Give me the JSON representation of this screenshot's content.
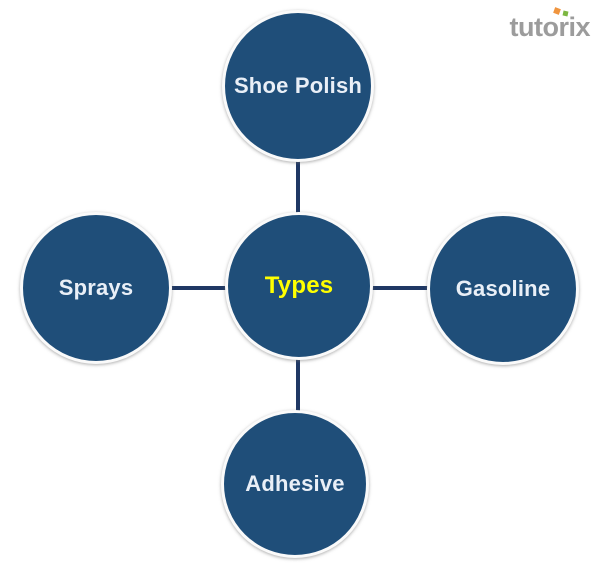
{
  "page": {
    "background_color": "#ffffff"
  },
  "logo": {
    "text": "tutorix",
    "color": "#9c9c9c",
    "dot_orange_color": "#f0953f",
    "dot_green_color": "#7db742"
  },
  "diagram": {
    "style": {
      "node_fill": "#1f4e79",
      "connector_color": "#1f3864",
      "label_color": "#e9eff7",
      "center_label_color": "#ffff00"
    },
    "center_node": {
      "label": "Types"
    },
    "nodes": [
      {
        "position": "top",
        "label": "Shoe Polish"
      },
      {
        "position": "left",
        "label": "Sprays"
      },
      {
        "position": "right",
        "label": "Gasoline"
      },
      {
        "position": "bottom",
        "label": "Adhesive"
      }
    ]
  }
}
